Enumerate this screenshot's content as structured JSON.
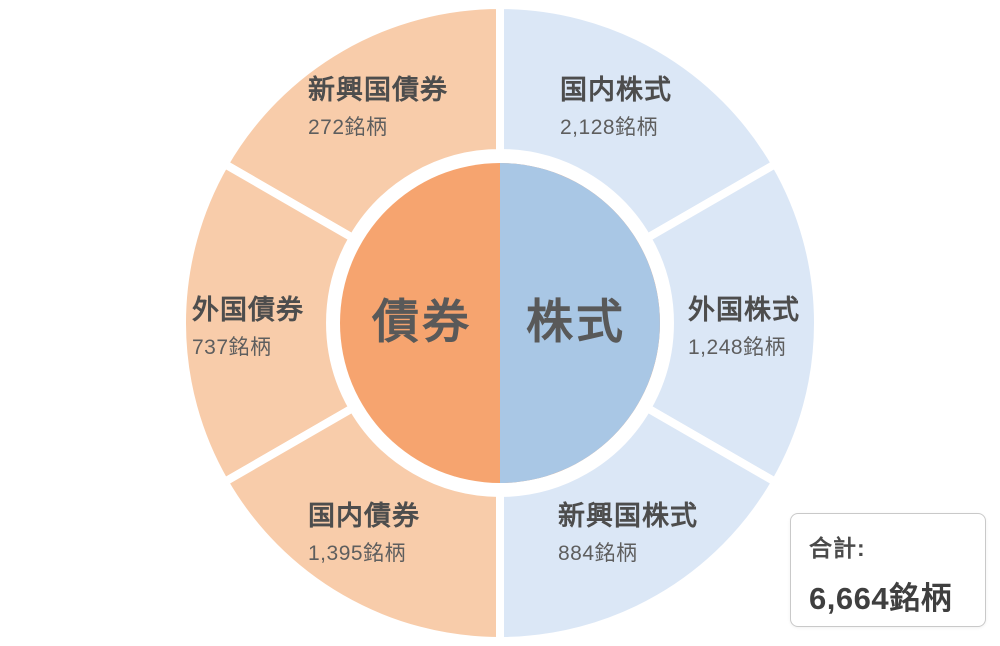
{
  "chart_data": {
    "type": "pie",
    "subtype": "two-level-donut",
    "title": "",
    "unit": "銘柄",
    "legend_position": "none",
    "groups": [
      {
        "name": "債券",
        "inner_color": "#F6A46F",
        "outer_color": "#F8CCAA",
        "segments": [
          {
            "label": "新興国債券",
            "count_text": "272銘柄",
            "value": 272
          },
          {
            "label": "外国債券",
            "count_text": "737銘柄",
            "value": 737
          },
          {
            "label": "国内債券",
            "count_text": "1,395銘柄",
            "value": 1395
          }
        ]
      },
      {
        "name": "株式",
        "inner_color": "#A9C7E5",
        "outer_color": "#DBE7F6",
        "segments": [
          {
            "label": "国内株式",
            "count_text": "2,128銘柄",
            "value": 2128
          },
          {
            "label": "外国株式",
            "count_text": "1,248銘柄",
            "value": 1248
          },
          {
            "label": "新興国株式",
            "count_text": "884銘柄",
            "value": 884
          }
        ]
      }
    ],
    "total": {
      "label": "合計:",
      "value": 6664,
      "value_text": "6,664銘柄"
    }
  }
}
